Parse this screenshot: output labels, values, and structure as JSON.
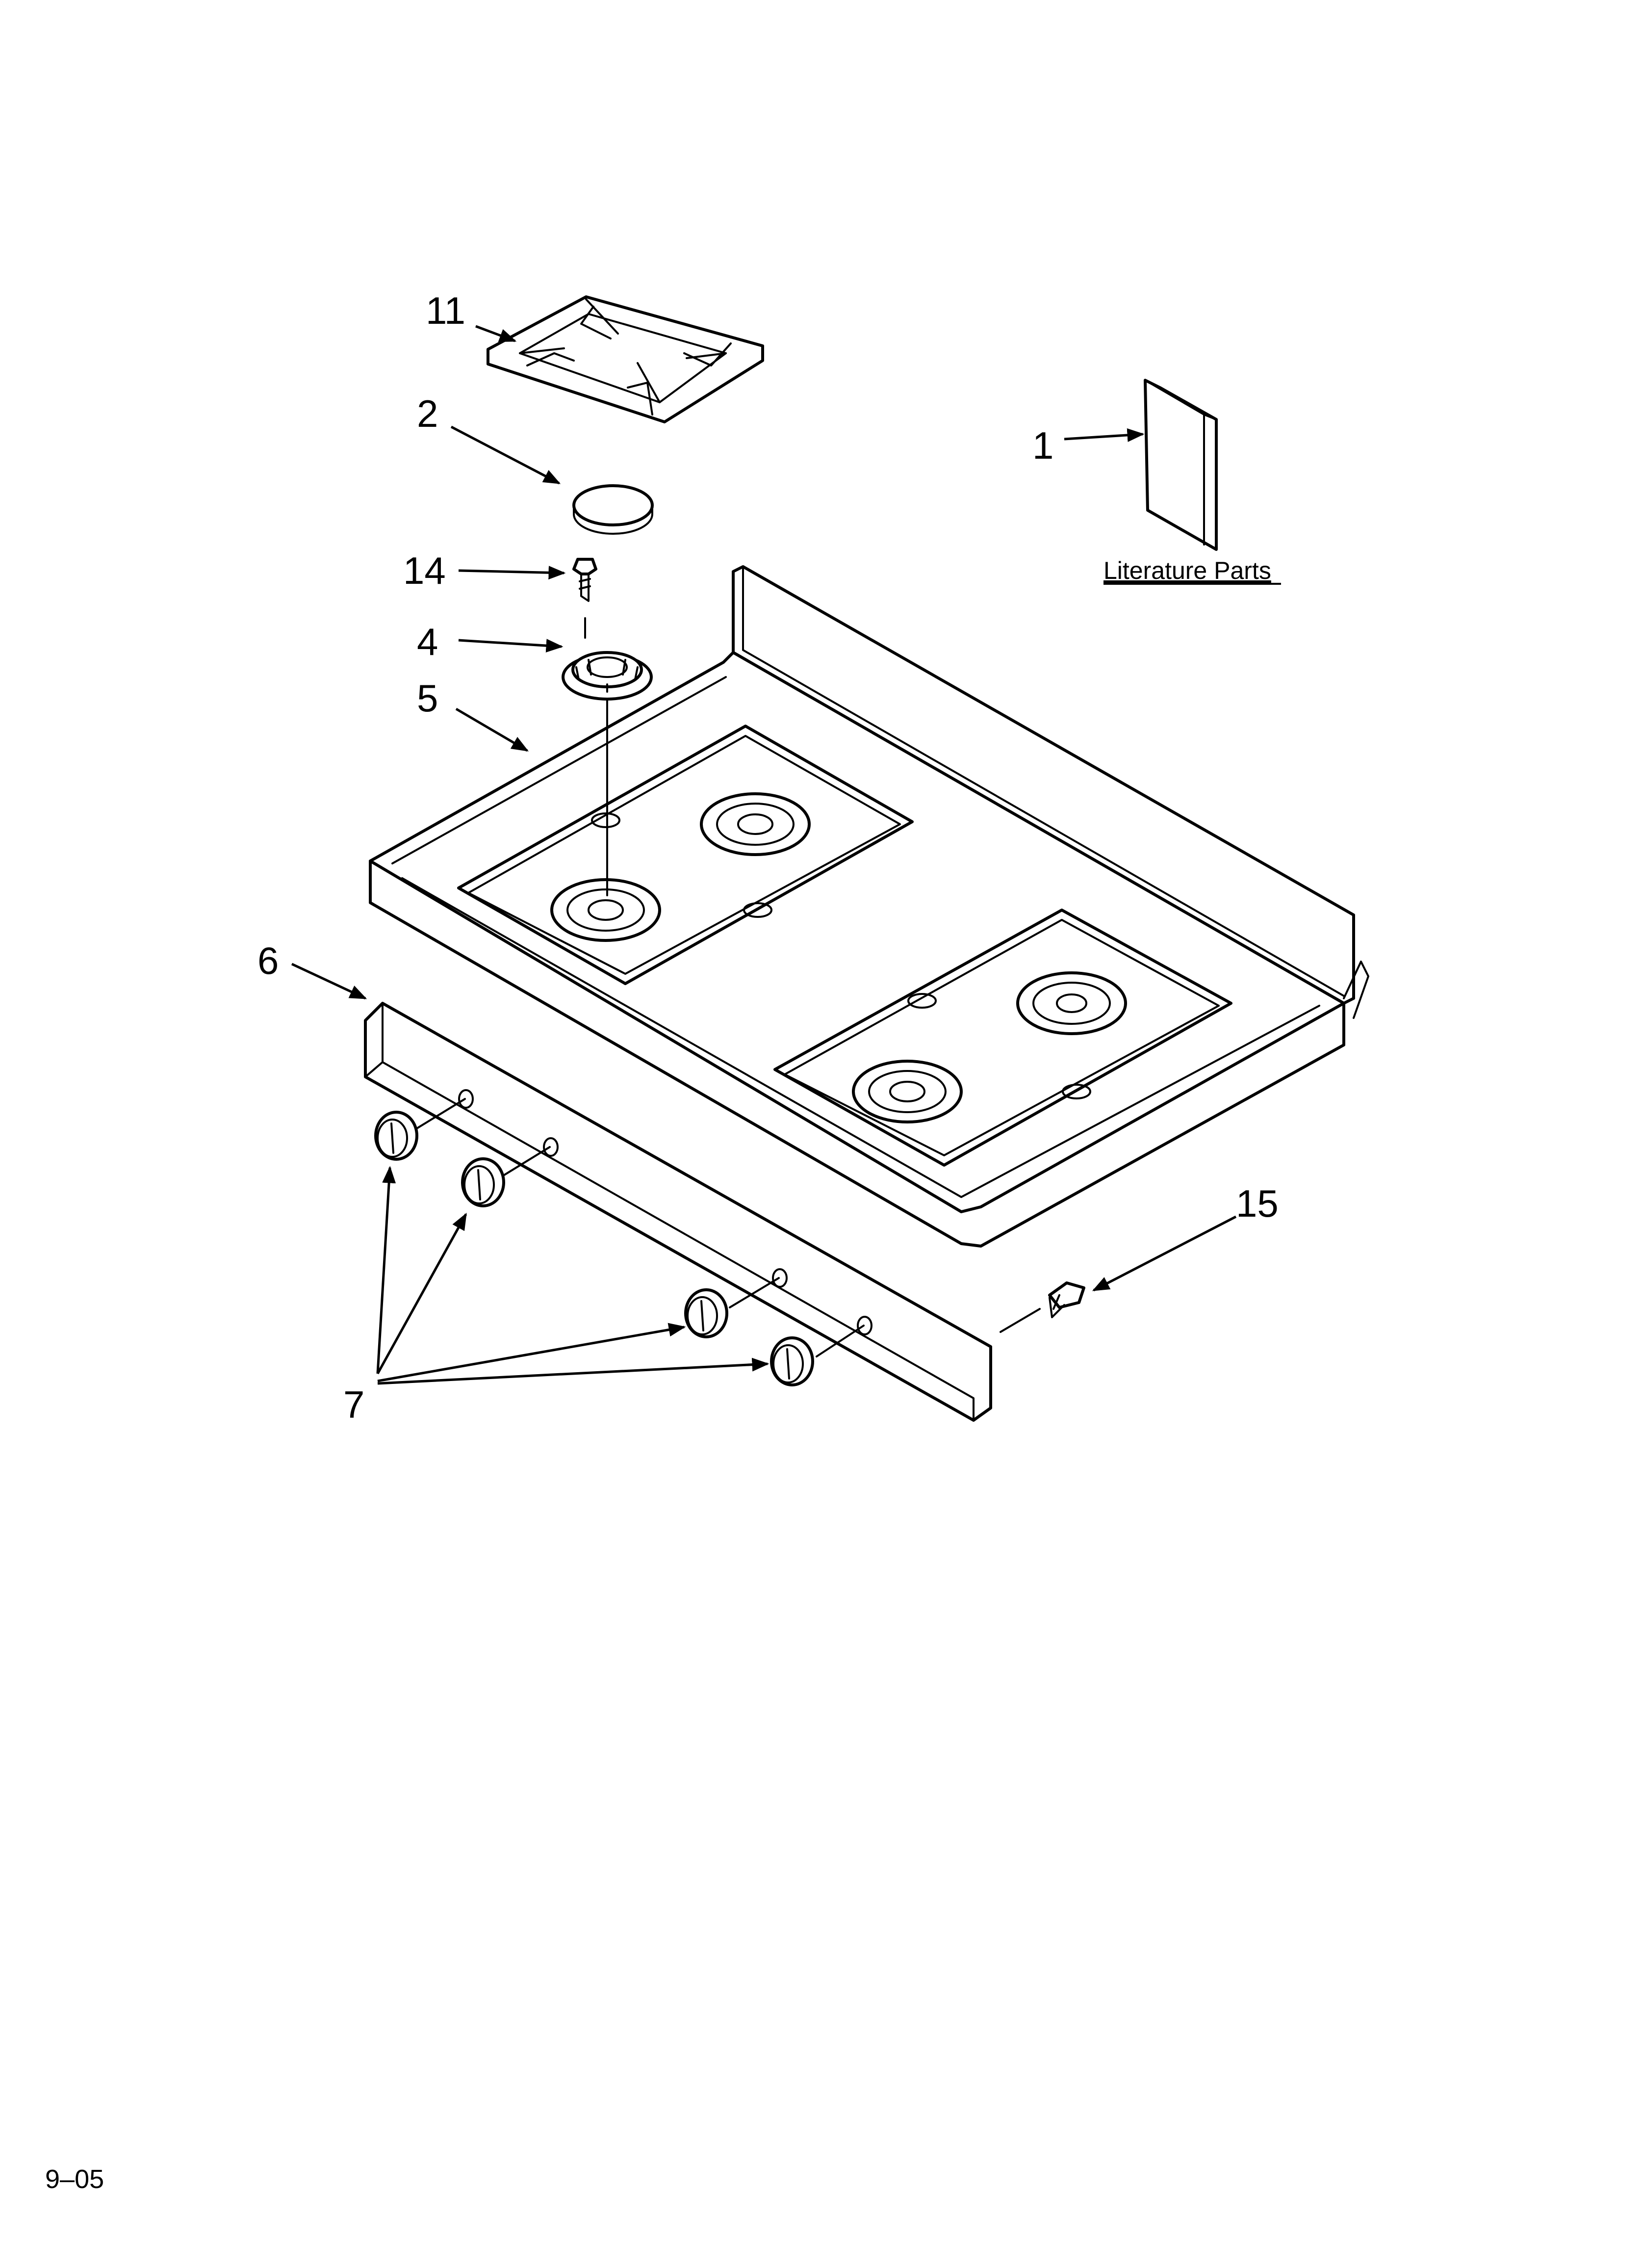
{
  "callouts": {
    "c1": "1",
    "c2": "2",
    "c4": "4",
    "c5": "5",
    "c6": "6",
    "c7": "7",
    "c11": "11",
    "c14": "14",
    "c15": "15"
  },
  "literature_label": "Literature Parts",
  "footer_code": "9–05"
}
